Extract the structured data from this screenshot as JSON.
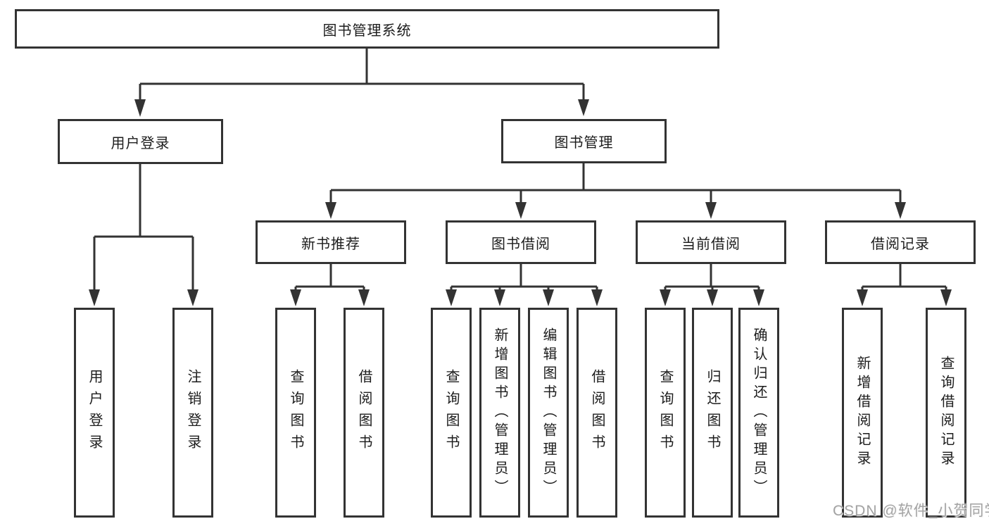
{
  "diagram": {
    "title_node": {
      "label": "图书管理系统"
    },
    "level2": [
      {
        "label": "用户登录",
        "children": [
          {
            "label": "用户登录"
          },
          {
            "label": "注销登录"
          }
        ]
      },
      {
        "label": "图书管理",
        "children": [
          {
            "label": "新书推荐",
            "children": [
              {
                "label": "查询图书"
              },
              {
                "label": "借阅图书"
              }
            ]
          },
          {
            "label": "图书借阅",
            "children": [
              {
                "label": "查询图书"
              },
              {
                "label": "新增图书（管理员）"
              },
              {
                "label": "编辑图书（管理员）"
              },
              {
                "label": "借阅图书"
              }
            ]
          },
          {
            "label": "当前借阅",
            "children": [
              {
                "label": "查询图书"
              },
              {
                "label": "归还图书"
              },
              {
                "label": "确认归还（管理员）"
              }
            ]
          },
          {
            "label": "借阅记录",
            "children": [
              {
                "label": "新增借阅记录"
              },
              {
                "label": "查询借阅记录"
              }
            ]
          }
        ]
      }
    ]
  },
  "watermark": {
    "text": "CSDN @软件_小贺同学"
  },
  "colors": {
    "line": "#333333",
    "box_border": "#333333",
    "box_background": "#ffffff",
    "text": "#1c1c1c",
    "watermark": "#a3a3a3",
    "background": "#ffffff"
  }
}
